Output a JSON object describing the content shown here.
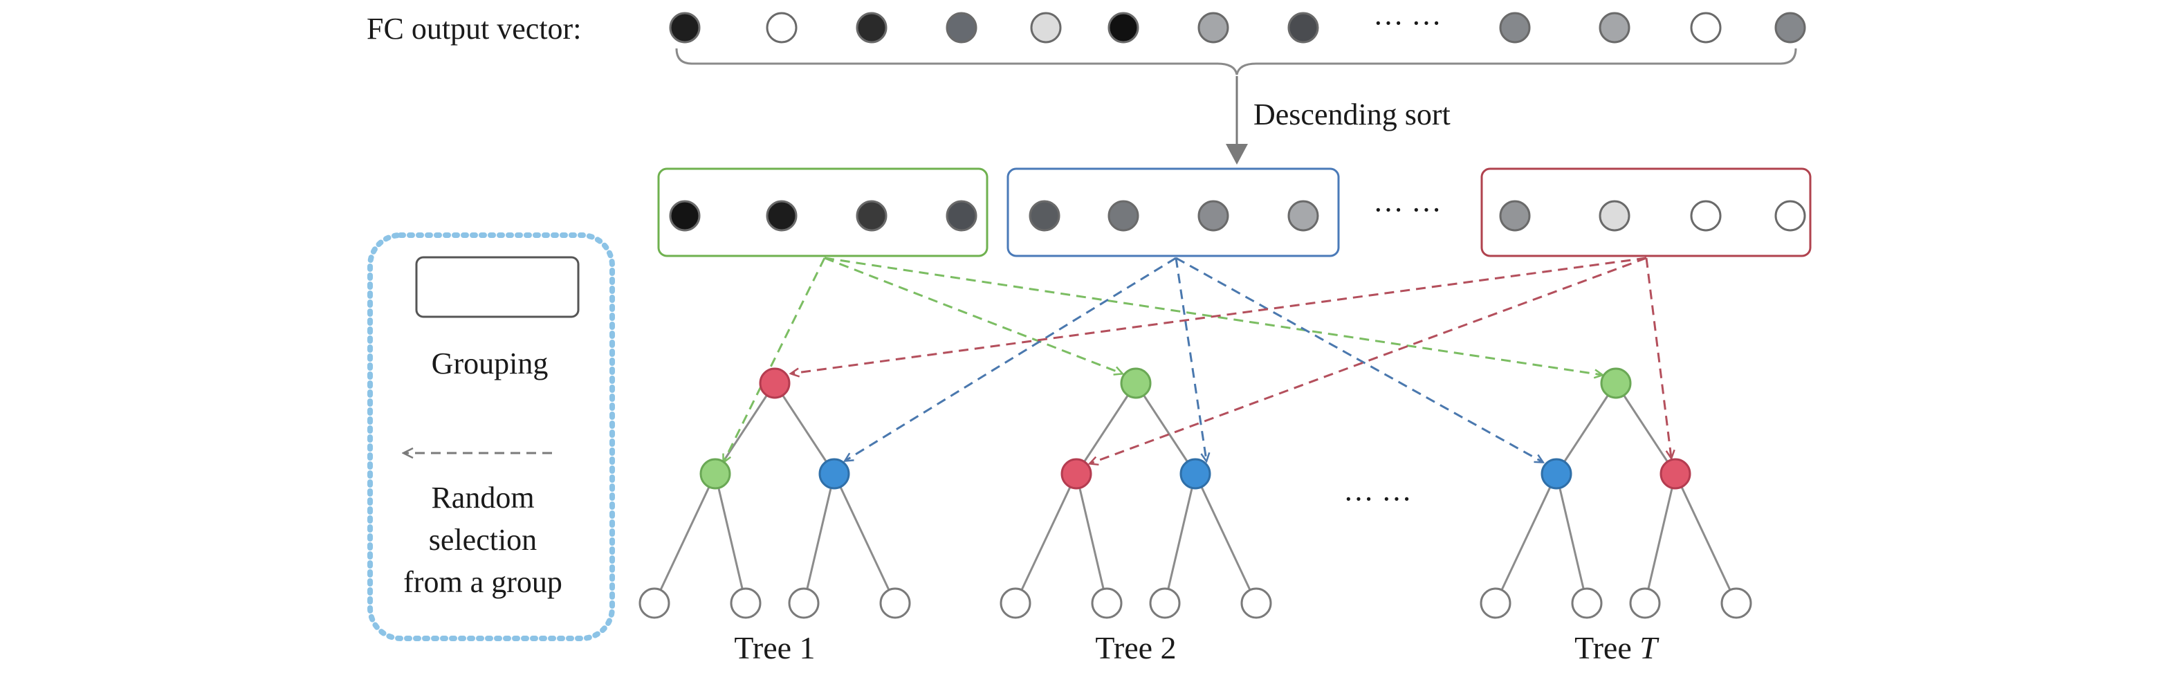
{
  "colors": {
    "group_green": "#6fb14f",
    "group_blue": "#4a7ab8",
    "group_red": "#b0424e",
    "node_green": "#95d27d",
    "node_blue": "#3d8fd6",
    "node_red": "#e0566b",
    "arrow_green": "#7bbd62",
    "arrow_blue": "#4a78ae",
    "arrow_red": "#b44f5c",
    "legend_border": "#8cc3e6",
    "gray_arrow": "#8a8a8a"
  },
  "labels": {
    "fc_output": "FC output vector:",
    "sort": "Descending sort",
    "ellipsis": "··· ···",
    "legend_grouping": "Grouping",
    "legend_random_1": "Random",
    "legend_random_2": "selection",
    "legend_random_3": "from a group"
  },
  "fc_vector": [
    "#1e1e1e",
    "#ffffff",
    "#2a2a2a",
    "#666a70",
    "#dcdcdc",
    "#111111",
    "#a4a6a9",
    "#4a4c50",
    "#85888c",
    "#a4a6a9",
    "#ffffff",
    "#85888c"
  ],
  "groups": [
    {
      "name": "green",
      "shades": [
        "#141414",
        "#1c1c1c",
        "#3a3a3a",
        "#4d5055"
      ]
    },
    {
      "name": "blue",
      "shades": [
        "#595c60",
        "#75787c",
        "#8a8c90",
        "#a6a8ab"
      ]
    },
    {
      "name": "red",
      "shades": [
        "#939598",
        "#dcdcdc",
        "#ffffff",
        "#ffffff"
      ]
    }
  ],
  "trees": [
    {
      "label": "Tree 1",
      "root": "red",
      "left": "green",
      "right": "blue"
    },
    {
      "label": "Tree 2",
      "root": "green",
      "left": "red",
      "right": "blue"
    },
    {
      "label": "Tree ",
      "label_italic": "T",
      "root": "green",
      "left": "blue",
      "right": "red"
    }
  ]
}
